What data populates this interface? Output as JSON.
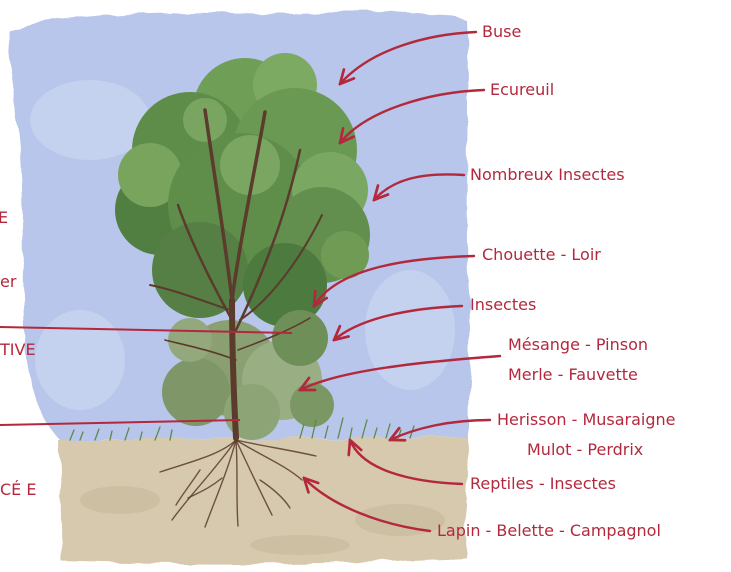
{
  "colors": {
    "accent": "#b3283d",
    "sky": "#b7c6ea",
    "foliage": "#5f8e4b",
    "ground": "#d6c9ae",
    "trunk": "#5b3b2b"
  },
  "right_labels": [
    "Buse",
    "Ecureuil",
    "Nombreux Insectes",
    "Chouette - Loir",
    "Insectes",
    "Mésange - Pinson",
    "Merle - Fauvette",
    "Herisson - Musaraigne",
    "Mulot - Perdrix",
    "Reptiles - Insectes",
    "Lapin - Belette - Campagnol"
  ],
  "left_labels": [
    "E",
    "er",
    "TIVE",
    "CÉ E"
  ]
}
